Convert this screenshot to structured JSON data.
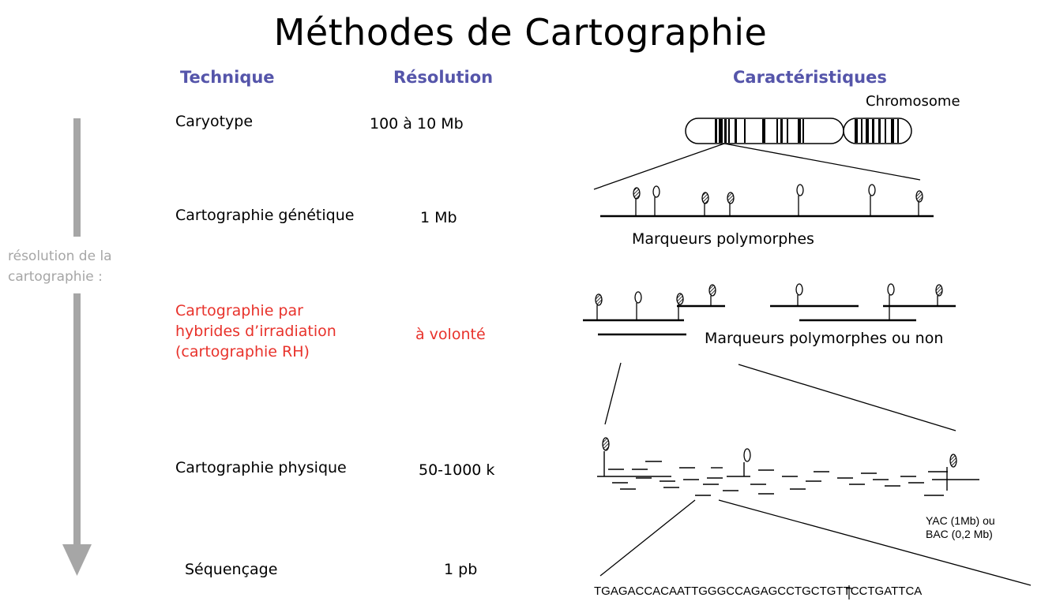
{
  "title": "Méthodes de Cartographie",
  "headers": {
    "technique": "Technique",
    "resolution": "Résolution",
    "characteristics": "Caractéristiques"
  },
  "side_label": {
    "line1": "résolution de la",
    "line2": "cartographie :"
  },
  "rows": [
    {
      "technique": "Caryotype",
      "resolution": "100 à 10 Mb"
    },
    {
      "technique": "Cartographie génétique",
      "resolution": "1 Mb"
    },
    {
      "technique_lines": [
        "Cartographie par",
        "hybrides d’irradiation",
        "(cartographie RH)"
      ],
      "resolution": "à volonté",
      "highlight_color": "#e8322b"
    },
    {
      "technique": "Cartographie physique",
      "resolution": "50-1000 k"
    },
    {
      "technique": "Séquençage",
      "resolution": "1 pb"
    }
  ],
  "diagram_labels": {
    "chromosome": "Chromosome",
    "polymorphic_markers": "Marqueurs polymorphes",
    "polymorphic_or_not": "Marqueurs polymorphes ou non",
    "yac": "YAC (1Mb) ou",
    "bac": "BAC  (0,2 Mb)",
    "sequence": "TGAGACCACAATTGGGCCAGAGCCTGCTGTTCCTGATTCA"
  },
  "colors": {
    "header": "#5555aa",
    "highlight": "#e8322b",
    "arrow": "#a6a6a6"
  },
  "icons": {
    "arrow": "down-arrow-icon",
    "marker_filled": "filled-marker-icon",
    "marker_open": "open-marker-icon"
  }
}
